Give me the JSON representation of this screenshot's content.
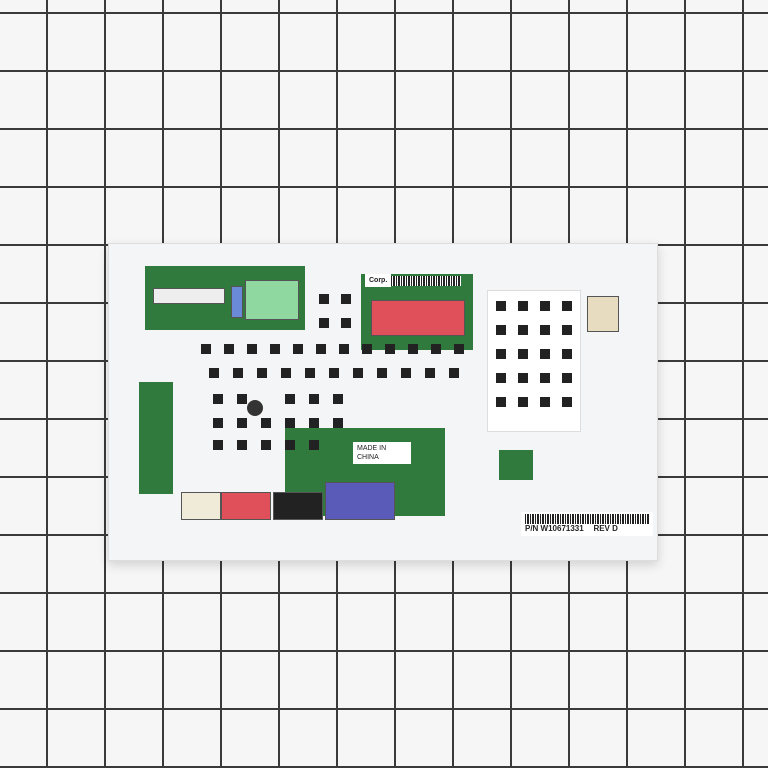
{
  "photo": {
    "subject": "washer-control-board",
    "label": {
      "part_number": "P/N W10671331",
      "revision": "REV D"
    },
    "relay_label": "Corp.",
    "origin_text": "MADE IN CHINA",
    "colors": {
      "grid_line": "#3a3a3a",
      "housing": "#f4f5f6",
      "pcb": "#2f7a3c",
      "red_connector": "#e0505a",
      "blue_connector": "#5a5ab8"
    }
  }
}
